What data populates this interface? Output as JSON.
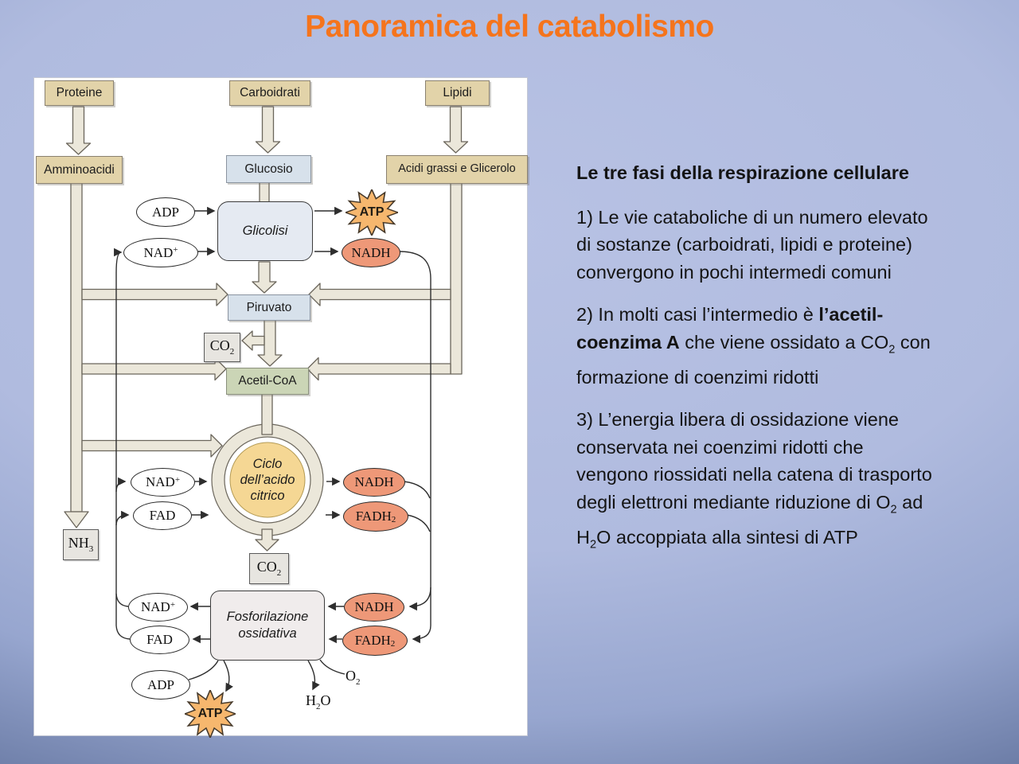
{
  "title": "Panoramica del catabolismo",
  "colors": {
    "title_orange": "#F5741C",
    "background_center": "#B3BEE1",
    "background_edge": "#223465",
    "tan_box": "#E2D3A9",
    "blue_box": "#D7E1EB",
    "green_box": "#CBD5B6",
    "salmon_ellipse": "#EE9878",
    "star_orange": "#F6B76E",
    "cycle_yellow": "#F5D794",
    "pathway_arrow": "#EBE7DA"
  },
  "diagram": {
    "boxes": {
      "proteine": "Proteine",
      "carboidrati": "Carboidrati",
      "lipidi": "Lipidi",
      "amminoacidi": "Amminoacidi",
      "glucosio": "Glucosio",
      "acidi_grassi": "Acidi grassi e Glicerolo",
      "glicolisi": "Glicolisi",
      "piruvato": "Piruvato",
      "acetil_coa": "Acetil-CoA",
      "ciclo_l1": "Ciclo",
      "ciclo_l2": "dell’acido",
      "ciclo_l3": "citrico",
      "fosforilazione_l1": "Fosforilazione",
      "fosforilazione_l2": "ossidativa"
    },
    "species": {
      "adp": "ADP",
      "atp": "ATP",
      "nad": "NAD",
      "plus": "+",
      "nadh": "NADH",
      "fad": "FAD",
      "fadh": "FADH",
      "two": "2",
      "co": "CO",
      "nh": "NH",
      "three": "3",
      "o": "O",
      "h": "H"
    }
  },
  "text_panel": {
    "heading": "Le tre fasi della respirazione cellulare",
    "p1": "1) Le vie cataboliche di un numero elevato di sostanze (carboidrati, lipidi e proteine) convergono in pochi intermedi comuni",
    "p2": {
      "t1": "2) In molti casi l’intermedio è ",
      "b1": "l’acetil-coenzima A",
      "t2": " che viene ossidato a CO",
      "s1": "2",
      "t3": " con formazione di coenzimi ridotti"
    },
    "p3": {
      "t1": "3) L’energia libera di ossidazione viene conservata nei coenzimi ridotti che vengono riossidati  nella catena di trasporto degli elettroni mediante riduzione di O",
      "s1": "2",
      "t2": " ad H",
      "s2": "2",
      "t3": "O accoppiata alla sintesi di ATP"
    }
  }
}
